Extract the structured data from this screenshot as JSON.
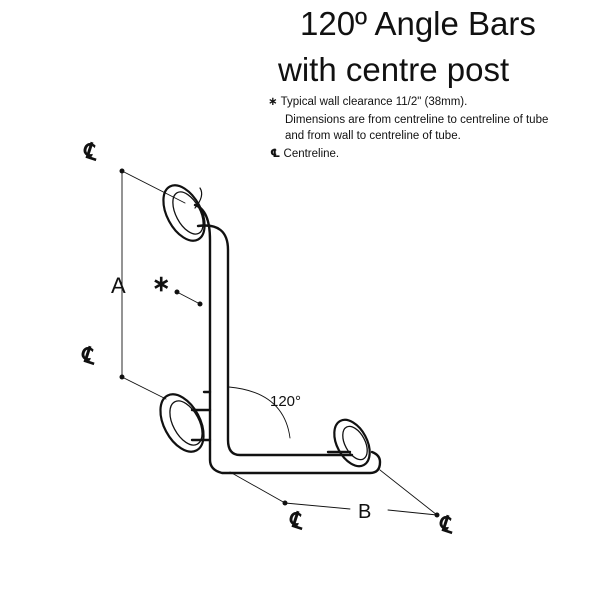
{
  "title": {
    "line1": "120º Angle Bars",
    "line2": "with centre post"
  },
  "notes": {
    "star_symbol": "∗",
    "clearance": "Typical wall clearance  11/2\" (38mm).",
    "dimensions_line1": "Dimensions are from centreline to centreline of tube",
    "dimensions_line2": "and from wall to centreline of tube.",
    "centreline_symbol": "℄",
    "centreline": "Centreline."
  },
  "diagram": {
    "label_a": "A",
    "label_b": "B",
    "label_star": "∗",
    "angle_label": "120°",
    "cl_symbol": "℄"
  }
}
